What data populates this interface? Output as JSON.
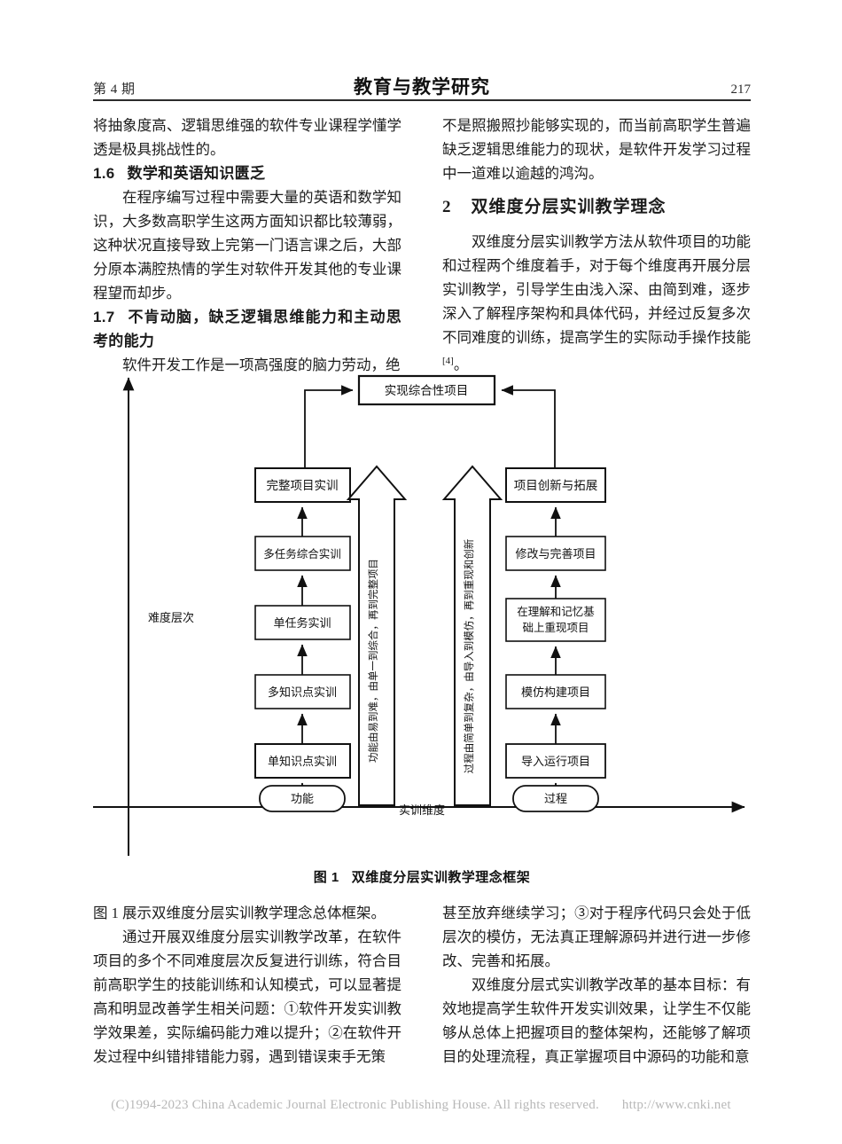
{
  "header": {
    "issue": "第 4 期",
    "journal": "教育与教学研究",
    "page_number": "217"
  },
  "left_column_top": {
    "para_continued": "将抽象度高、逻辑思维强的软件专业课程学懂学透是极具挑战性的。",
    "section_1_6_num": "1.6",
    "section_1_6_title": "数学和英语知识匮乏",
    "section_1_6_body": "在程序编写过程中需要大量的英语和数学知识，大多数高职学生这两方面知识都比较薄弱，这种状况直接导致上完第一门语言课之后，大部分原本满腔热情的学生对软件开发其他的专业课程望而却步。",
    "section_1_7_num": "1.7",
    "section_1_7_title": "不肯动脑，缺乏逻辑思维能力和主动思考的能力",
    "section_1_7_body": "软件开发工作是一项高强度的脑力劳动，绝"
  },
  "right_column_top": {
    "para_continued": "不是照搬照抄能够实现的，而当前高职学生普遍缺乏逻辑思维能力的现状，是软件开发学习过程中一道难以逾越的鸿沟。",
    "section_2_num": "2",
    "section_2_title": "双维度分层实训教学理念",
    "section_2_body": "双维度分层实训教学方法从软件项目的功能和过程两个维度着手，对于每个维度再开展分层实训教学，引导学生由浅入深、由简到难，逐步深入了解程序架构和具体代码，并经过反复多次不同难度的训练，提高学生的实际动手操作技能",
    "section_2_ref": "[4]",
    "section_2_body_end": "。"
  },
  "figure": {
    "caption_label": "图 1",
    "caption_text": "双维度分层实训教学理念框架",
    "y_axis_label": "难度层次",
    "x_axis_label": "实训维度",
    "top_box": "实现综合性项目",
    "left_base": "功能",
    "right_base": "过程",
    "left_arrow_label": "功能由易到难，由单一到综合，再到完整项目",
    "right_arrow_label": "过程由简单到复杂，由导入到模仿，再到重现和创新",
    "left_stack": [
      "单知识点实训",
      "多知识点实训",
      "单任务实训",
      "多任务综合实训",
      "完整项目实训"
    ],
    "right_stack": [
      "导入运行项目",
      "模仿构建项目",
      "在理解和记忆基",
      "础上重现项目",
      "修改与完善项目",
      "项目创新与拓展"
    ],
    "right_box_1": "导入运行项目",
    "right_box_2": "模仿构建项目",
    "right_box_3_line1": "在理解和记忆基",
    "right_box_3_line2": "础上重现项目",
    "right_box_4": "修改与完善项目",
    "right_box_5": "项目创新与拓展"
  },
  "left_column_bottom": {
    "para_1": "图 1 展示双维度分层实训教学理念总体框架。",
    "para_2": "通过开展双维度分层实训教学改革，在软件项目的多个不同难度层次反复进行训练，符合目前高职学生的技能训练和认知模式，可以显著提高和明显改善学生相关问题：①软件开发实训教学效果差，实际编码能力难以提升；②在软件开发过程中纠错排错能力弱，遇到错误束手无策"
  },
  "right_column_bottom": {
    "para_1": "甚至放弃继续学习；③对于程序代码只会处于低层次的模仿，无法真正理解源码并进行进一步修改、完善和拓展。",
    "para_2": "双维度分层式实训教学改革的基本目标：有效地提高学生软件开发实训效果，让学生不仅能够从总体上把握项目的整体架构，还能够了解项目的处理流程，真正掌握项目中源码的功能和意"
  },
  "footer": {
    "copyright": "(C)1994-2023 China Academic Journal Electronic Publishing House. All rights reserved.",
    "url": "http://www.cnki.net"
  }
}
